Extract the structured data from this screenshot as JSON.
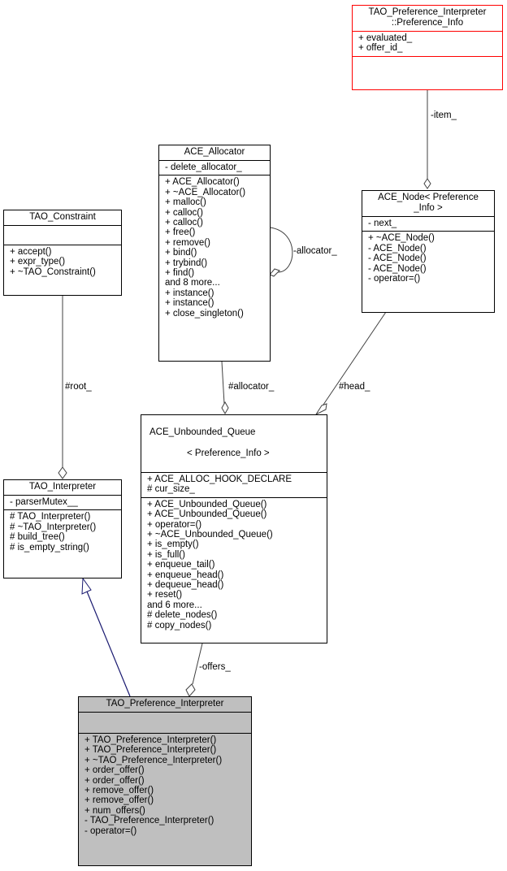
{
  "diagram": {
    "title": "Collaboration diagram for TAO_Preference_Interpreter",
    "classes": {
      "pref_info": {
        "name": "TAO_Preference_Interpreter\n::Preference_Info",
        "attributes": [
          "+ evaluated_",
          "+ offer_id_"
        ],
        "methods": [],
        "border_color": "#ff0000"
      },
      "allocator": {
        "name": "ACE_Allocator",
        "attributes": [
          "- delete_allocator_"
        ],
        "methods": [
          "+ ACE_Allocator()",
          "+ ~ACE_Allocator()",
          "+ malloc()",
          "+ calloc()",
          "+ calloc()",
          "+ free()",
          "+ remove()",
          "+ bind()",
          "+ trybind()",
          "+ find()",
          "and 8 more...",
          "+ instance()",
          "+ instance()",
          "+ close_singleton()"
        ]
      },
      "node": {
        "name": "ACE_Node< Preference\n_Info >",
        "attributes": [
          "- next_"
        ],
        "methods": [
          "+ ~ACE_Node()",
          "- ACE_Node()",
          "- ACE_Node()",
          "- ACE_Node()",
          "- operator=()"
        ]
      },
      "constraint": {
        "name": "TAO_Constraint",
        "attributes": [],
        "methods": [
          "+ accept()",
          "+ expr_type()",
          "+ ~TAO_Constraint()"
        ]
      },
      "interpreter": {
        "name": "TAO_Interpreter",
        "attributes": [
          "- parserMutex__"
        ],
        "methods": [
          "# TAO_Interpreter()",
          "# ~TAO_Interpreter()",
          "# build_tree()",
          "# is_empty_string()"
        ]
      },
      "queue": {
        "name": "ACE_Unbounded_Queue\n< Preference_Info >",
        "attributes": [
          "+ ACE_ALLOC_HOOK_DECLARE",
          "# cur_size_"
        ],
        "methods": [
          "+ ACE_Unbounded_Queue()",
          "+ ACE_Unbounded_Queue()",
          "+ operator=()",
          "+ ~ACE_Unbounded_Queue()",
          "+ is_empty()",
          "+ is_full()",
          "+ enqueue_tail()",
          "+ enqueue_head()",
          "+ dequeue_head()",
          "+ reset()",
          "and 6 more...",
          "# delete_nodes()",
          "# copy_nodes()"
        ]
      },
      "pref_interp": {
        "name": "TAO_Preference_Interpreter",
        "attributes": [],
        "methods": [
          "+ TAO_Preference_Interpreter()",
          "+ TAO_Preference_Interpreter()",
          "+ ~TAO_Preference_Interpreter()",
          "+ order_offer()",
          "+ order_offer()",
          "+ remove_offer()",
          "+ remove_offer()",
          "+ num_offers()",
          "- TAO_Preference_Interpreter()",
          "- operator=()"
        ],
        "fill_color": "#bfbfbf"
      }
    },
    "edges": [
      {
        "from": "pref_info",
        "to": "node",
        "label": "-item_",
        "type": "composition"
      },
      {
        "from": "allocator",
        "to": "allocator",
        "label": "-allocator_",
        "type": "composition"
      },
      {
        "from": "allocator",
        "to": "queue",
        "label": "#allocator_",
        "type": "composition"
      },
      {
        "from": "node",
        "to": "queue",
        "label": "#head_",
        "type": "composition"
      },
      {
        "from": "constraint",
        "to": "interpreter",
        "label": "#root_",
        "type": "composition"
      },
      {
        "from": "pref_interp",
        "to": "interpreter",
        "label": "",
        "type": "inheritance",
        "color": "#191970"
      },
      {
        "from": "queue",
        "to": "pref_interp",
        "label": "-offers_",
        "type": "composition"
      }
    ]
  }
}
